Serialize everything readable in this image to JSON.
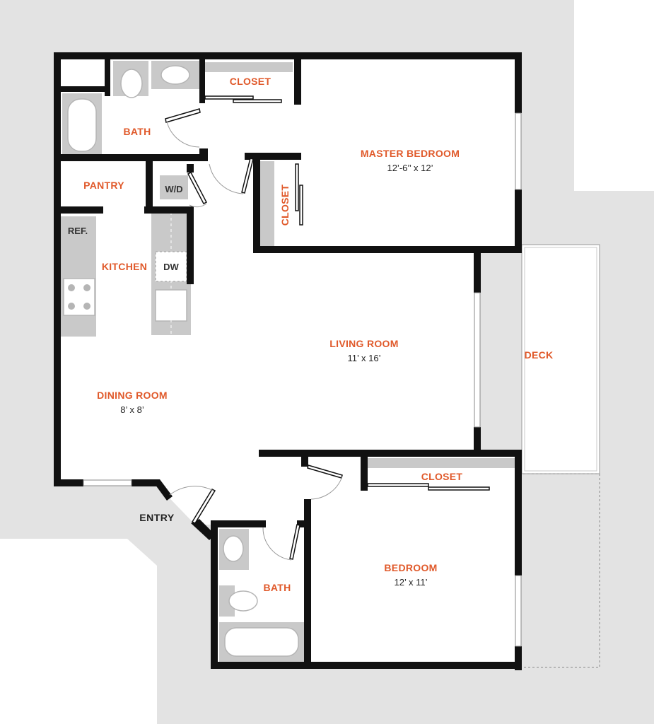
{
  "rooms": {
    "master_bedroom": {
      "label": "MASTER BEDROOM",
      "dimensions": "12’-6’’ x 12’"
    },
    "master_closet": {
      "label": "CLOSET"
    },
    "walkin_closet": {
      "label": "CLOSET"
    },
    "master_bath": {
      "label": "BATH"
    },
    "pantry": {
      "label": "PANTRY"
    },
    "kitchen": {
      "label": "KITCHEN"
    },
    "living_room": {
      "label": "LIVING ROOM",
      "dimensions": "11’ x 16’"
    },
    "dining_room": {
      "label": "DINING ROOM",
      "dimensions": "8’ x 8’"
    },
    "deck": {
      "label": "DECK"
    },
    "bedroom_closet": {
      "label": "CLOSET"
    },
    "bedroom": {
      "label": "BEDROOM",
      "dimensions": "12’ x 11’"
    },
    "bath": {
      "label": "BATH"
    },
    "entry": {
      "label": "ENTRY"
    }
  },
  "fixtures": {
    "washer_dryer": "W/D",
    "refrigerator": "REF.",
    "dishwasher": "DW"
  },
  "colors": {
    "label_accent": "#e0592a",
    "wall": "#111111",
    "exterior_gray": "#e3e3e3",
    "fixture_gray": "#c9c9c9"
  }
}
